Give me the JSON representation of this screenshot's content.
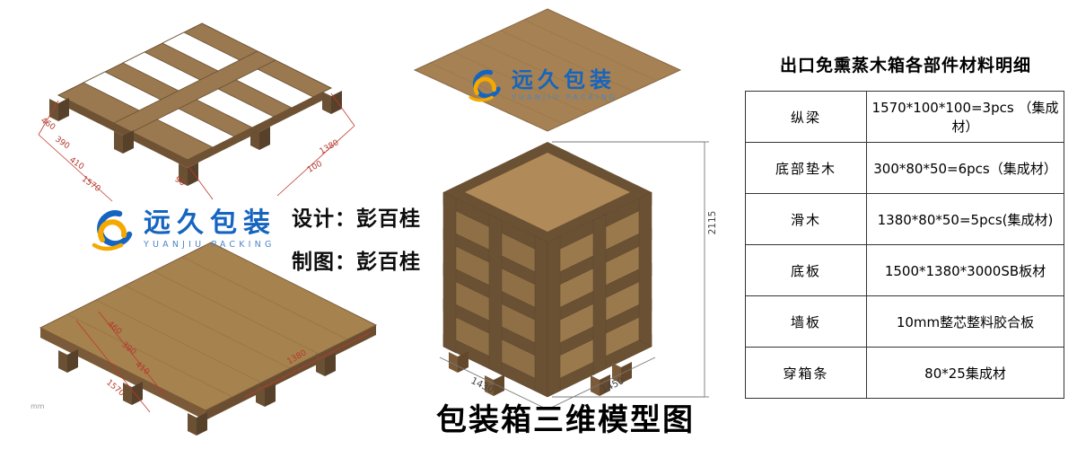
{
  "page": {
    "title": "包装箱三维模型图",
    "unit_note": "mm",
    "credits": {
      "design": "设计：彭百桂",
      "draft": "制图：彭百桂"
    }
  },
  "logo": {
    "name": "远久包装",
    "subtitle": "YUANJIU PACKING",
    "colors": {
      "blue": "#1565c0",
      "yellow": "#f5a800"
    }
  },
  "materials_table": {
    "title": "出口免熏蒸木箱各部件材料明细",
    "rows": [
      {
        "part": "纵梁",
        "spec": "1570*100*100=3pcs （集成材）"
      },
      {
        "part": "底部垫木",
        "spec": "300*80*50=6pcs（集成材）"
      },
      {
        "part": "滑木",
        "spec": "1380*80*50=5pcs(集成材)"
      },
      {
        "part": "底板",
        "spec": "1500*1380*3000SB板材"
      },
      {
        "part": "墙板",
        "spec": "10mm整芯整料胶合板"
      },
      {
        "part": "穿箱条",
        "spec": "80*25集成材"
      }
    ]
  },
  "drawings": {
    "wood_color": "#9a7950",
    "dim_color": "#b03a2e",
    "pallet_frame": {
      "dims": [
        "460",
        "390",
        "410",
        "1570",
        "1380",
        "100",
        "90"
      ]
    },
    "pallet_deck": {
      "dims": [
        "460",
        "390",
        "410",
        "1570",
        "1380"
      ]
    },
    "crate": {
      "dims": {
        "height": "2115",
        "bottom_left": "1430",
        "bottom_right": "1450"
      }
    }
  }
}
